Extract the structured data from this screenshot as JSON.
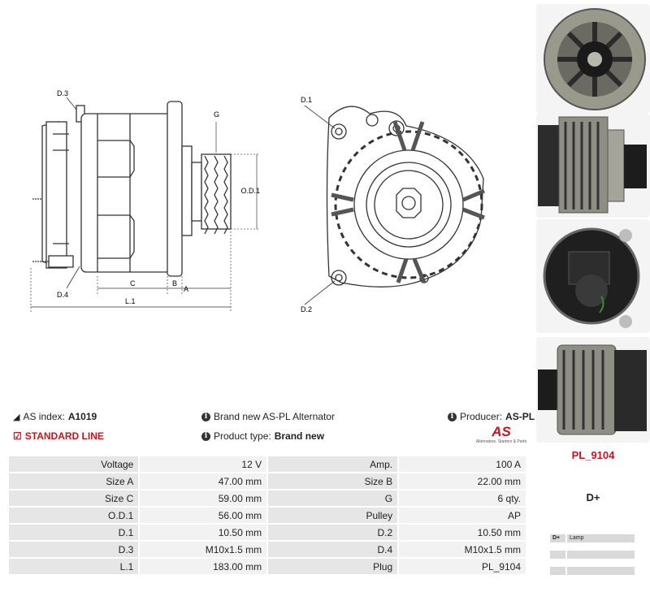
{
  "drawing": {
    "side_labels": {
      "d3": "D.3",
      "d4": "D.4",
      "g": "G",
      "od1": "O.D.1",
      "c": "C",
      "b": "B",
      "a": "A",
      "l1": "L.1"
    },
    "front_labels": {
      "d1": "D.1",
      "d2": "D.2"
    }
  },
  "info": {
    "as_index_label": "AS index:",
    "as_index_value": "A1019",
    "standard_line": "STANDARD LINE",
    "brand_text": "Brand new AS-PL Alternator",
    "product_type_label": "Product type:",
    "product_type_value": "Brand new",
    "producer_label": "Producer:",
    "producer_value": "AS-PL"
  },
  "logo": {
    "mark": "AS",
    "tagline": "Alternators, Starters & Parts"
  },
  "specs": [
    {
      "l1": "Voltage",
      "v1": "12 V",
      "l2": "Amp.",
      "v2": "100 A"
    },
    {
      "l1": "Size A",
      "v1": "47.00 mm",
      "l2": "Size B",
      "v2": "22.00 mm"
    },
    {
      "l1": "Size C",
      "v1": "59.00 mm",
      "l2": "G",
      "v2": "6 qty."
    },
    {
      "l1": "O.D.1",
      "v1": "56.00 mm",
      "l2": "Pulley",
      "v2": "AP"
    },
    {
      "l1": "D.1",
      "v1": "10.50 mm",
      "l2": "D.2",
      "v2": "10.50 mm"
    },
    {
      "l1": "D.3",
      "v1": "M10x1.5 mm",
      "l2": "D.4",
      "v2": "M10x1.5 mm"
    },
    {
      "l1": "L.1",
      "v1": "183.00 mm",
      "l2": "Plug",
      "v2": "PL_9104"
    }
  ],
  "plug": {
    "code": "PL_9104",
    "terminal": "D+",
    "pins": [
      {
        "pin": "D+",
        "name": "Lamp"
      },
      {
        "pin": "",
        "name": ""
      },
      {
        "pin": "",
        "name": ""
      }
    ]
  },
  "colors": {
    "accent": "#d0111b",
    "label_bg": "#e6e6e6",
    "value_bg": "#f2f2f2"
  }
}
